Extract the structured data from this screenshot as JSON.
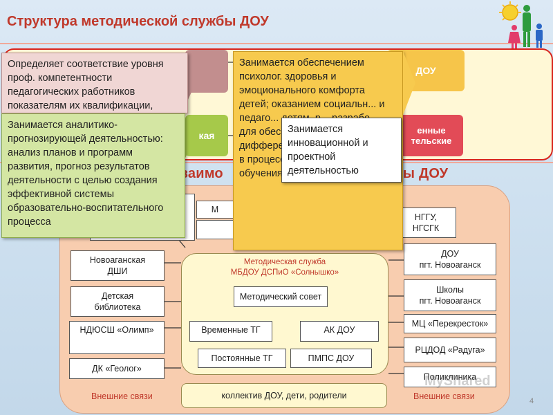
{
  "title": "Структура методической службы ДОУ",
  "top_pills": {
    "rose": "",
    "green": "кая",
    "dou": "ДОУ",
    "red": "енные\nтельские"
  },
  "callouts": {
    "rose": "Определяет соответствие уровня проф. компетентности педагогических работников показателям их квалификации,",
    "green": "Занимается аналитико-прогнозирующей деятельностью: анализ планов и программ развития, прогноз результатов деятельности с целью создания эффективной системы образовательно-воспитательного процесса",
    "yellow": "Занимается обеспечением психолог. здоровья и эмоционального комфорта детей; оказанием социальн... и педаго... детям, р... разрабо... для обеспечения дифференцированного подхода в процессе коррекционного обучения и воспитания",
    "white": "Занимается инновационной и проектной деятельностью"
  },
  "section_title": "заимо                             ой службы ДОУ",
  "outer_boxes": {
    "top_left": "",
    "top_mid1": "М",
    "top_mid2": "",
    "nggu": "НГГУ,\nНГСГК",
    "dshi": "Новоаганская\nДШИ",
    "library": "Детская\nбиблиотека",
    "ndyussh": "НДЮСШ «Олимп»",
    "dk": "ДК «Геолог»",
    "dou_right": "ДОУ\nпгт. Новоаганск",
    "schools": "Школы\nпгт. Новоаганск",
    "mc": "МЦ «Перекресток»",
    "rcdod": "РЦДОД «Радуга»",
    "polyclinic": "Поликлиника"
  },
  "inner": {
    "title": "Методическая служба\nМБДОУ ДСПиО «Солнышко»",
    "council": "Методический совет",
    "temp_tg": "Временные ТГ",
    "ak_dou": "АК ДОУ",
    "perm_tg": "Постоянные ТГ",
    "pmps": "ПМПС ДОУ"
  },
  "external_left": "Внешние связи",
  "external_right": "Внешние связи",
  "collective": "коллектив ДОУ, дети, родители",
  "page_number": "4",
  "watermark": "MyShared",
  "colors": {
    "accent_red": "#c0392b",
    "panel_orange": "#f8cdaf",
    "callout_yellow": "#f7ca4e",
    "callout_green": "#d4e6a3",
    "callout_rose": "#f0d6d4"
  }
}
